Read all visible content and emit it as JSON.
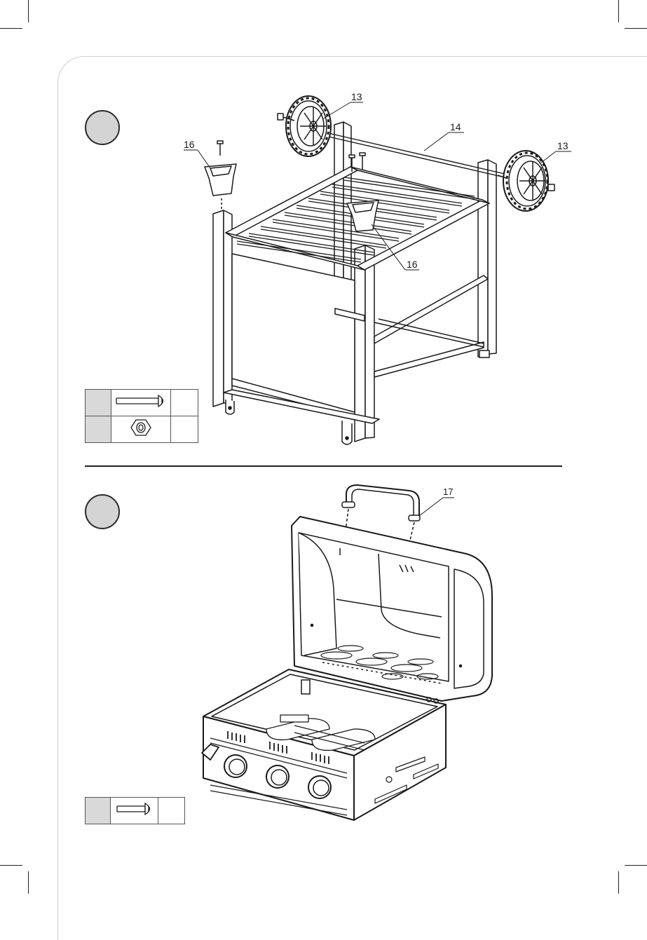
{
  "step1": {
    "callouts": {
      "wheel_left": "13",
      "wheel_right": "13",
      "axle": "14",
      "leg_cap_left": "16",
      "leg_cap_right": "16"
    },
    "hardware_rows": [
      {
        "id": "",
        "item": "bolt-icon",
        "qty": ""
      },
      {
        "id": "",
        "item": "nut-icon",
        "qty": ""
      }
    ]
  },
  "step2": {
    "callouts": {
      "lid_handle": "17"
    },
    "hardware_rows": [
      {
        "id": "",
        "item": "bolt-icon",
        "qty": ""
      }
    ]
  },
  "colors": {
    "line": "#1a1a1a",
    "circle_fill": "#d4d4d4",
    "table_cell_fill": "#d9d9d9"
  }
}
